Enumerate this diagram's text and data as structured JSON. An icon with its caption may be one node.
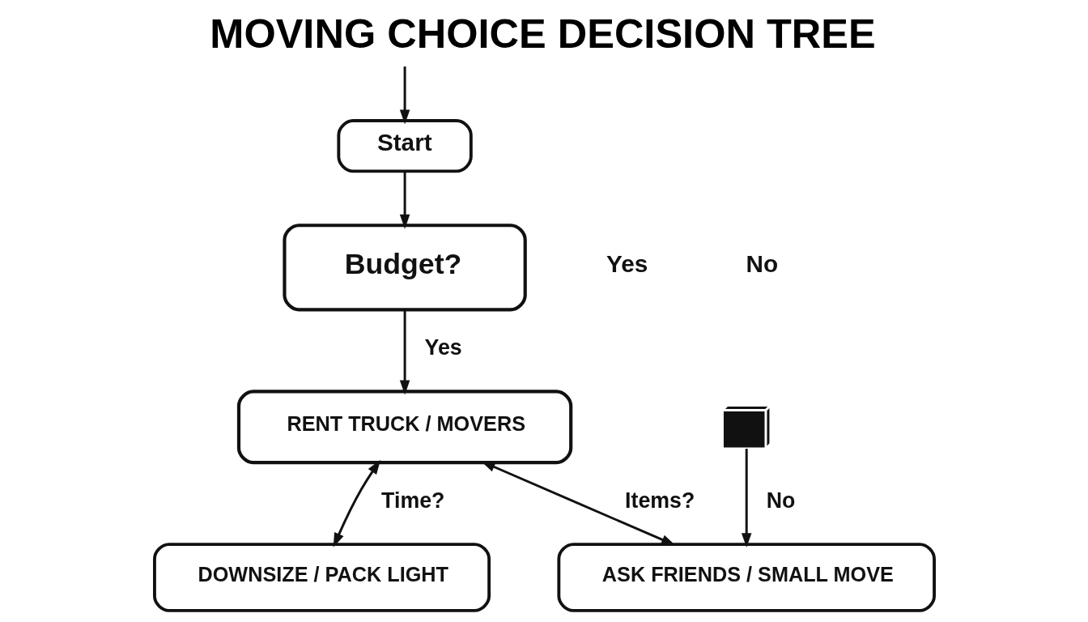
{
  "diagram": {
    "title": "MOVING CHOICE DECISION TREE",
    "nodes": [
      {
        "text": [
          "Start"
        ]
      },
      {
        "text": [
          "Budget?"
        ]
      },
      {
        "text": [
          "RENT TRUCK / MOVERS"
        ]
      },
      {
        "text": [],
        "shape": "picture"
      },
      {
        "text": [
          "DOWNSIZE / PACK LIGHT"
        ]
      },
      {
        "text": [
          "ASK FRIENDS / SMALL MOVE"
        ]
      }
    ],
    "edges": [
      {
        "from": null,
        "to": 0,
        "arrow": "to"
      },
      {
        "from": 0,
        "to": 1,
        "arrow": "to"
      },
      {
        "from": 1,
        "to": 2,
        "arrow": "to",
        "label": "Yes"
      },
      {
        "from": 2,
        "to": 4,
        "arrow": "both",
        "label": "Time?"
      },
      {
        "from": 2,
        "to": 5,
        "arrow": "both",
        "label": "Items?"
      },
      {
        "from": 3,
        "to": 5,
        "arrow": "to",
        "label": "No"
      }
    ],
    "labels": [
      "Yes",
      "No"
    ]
  }
}
